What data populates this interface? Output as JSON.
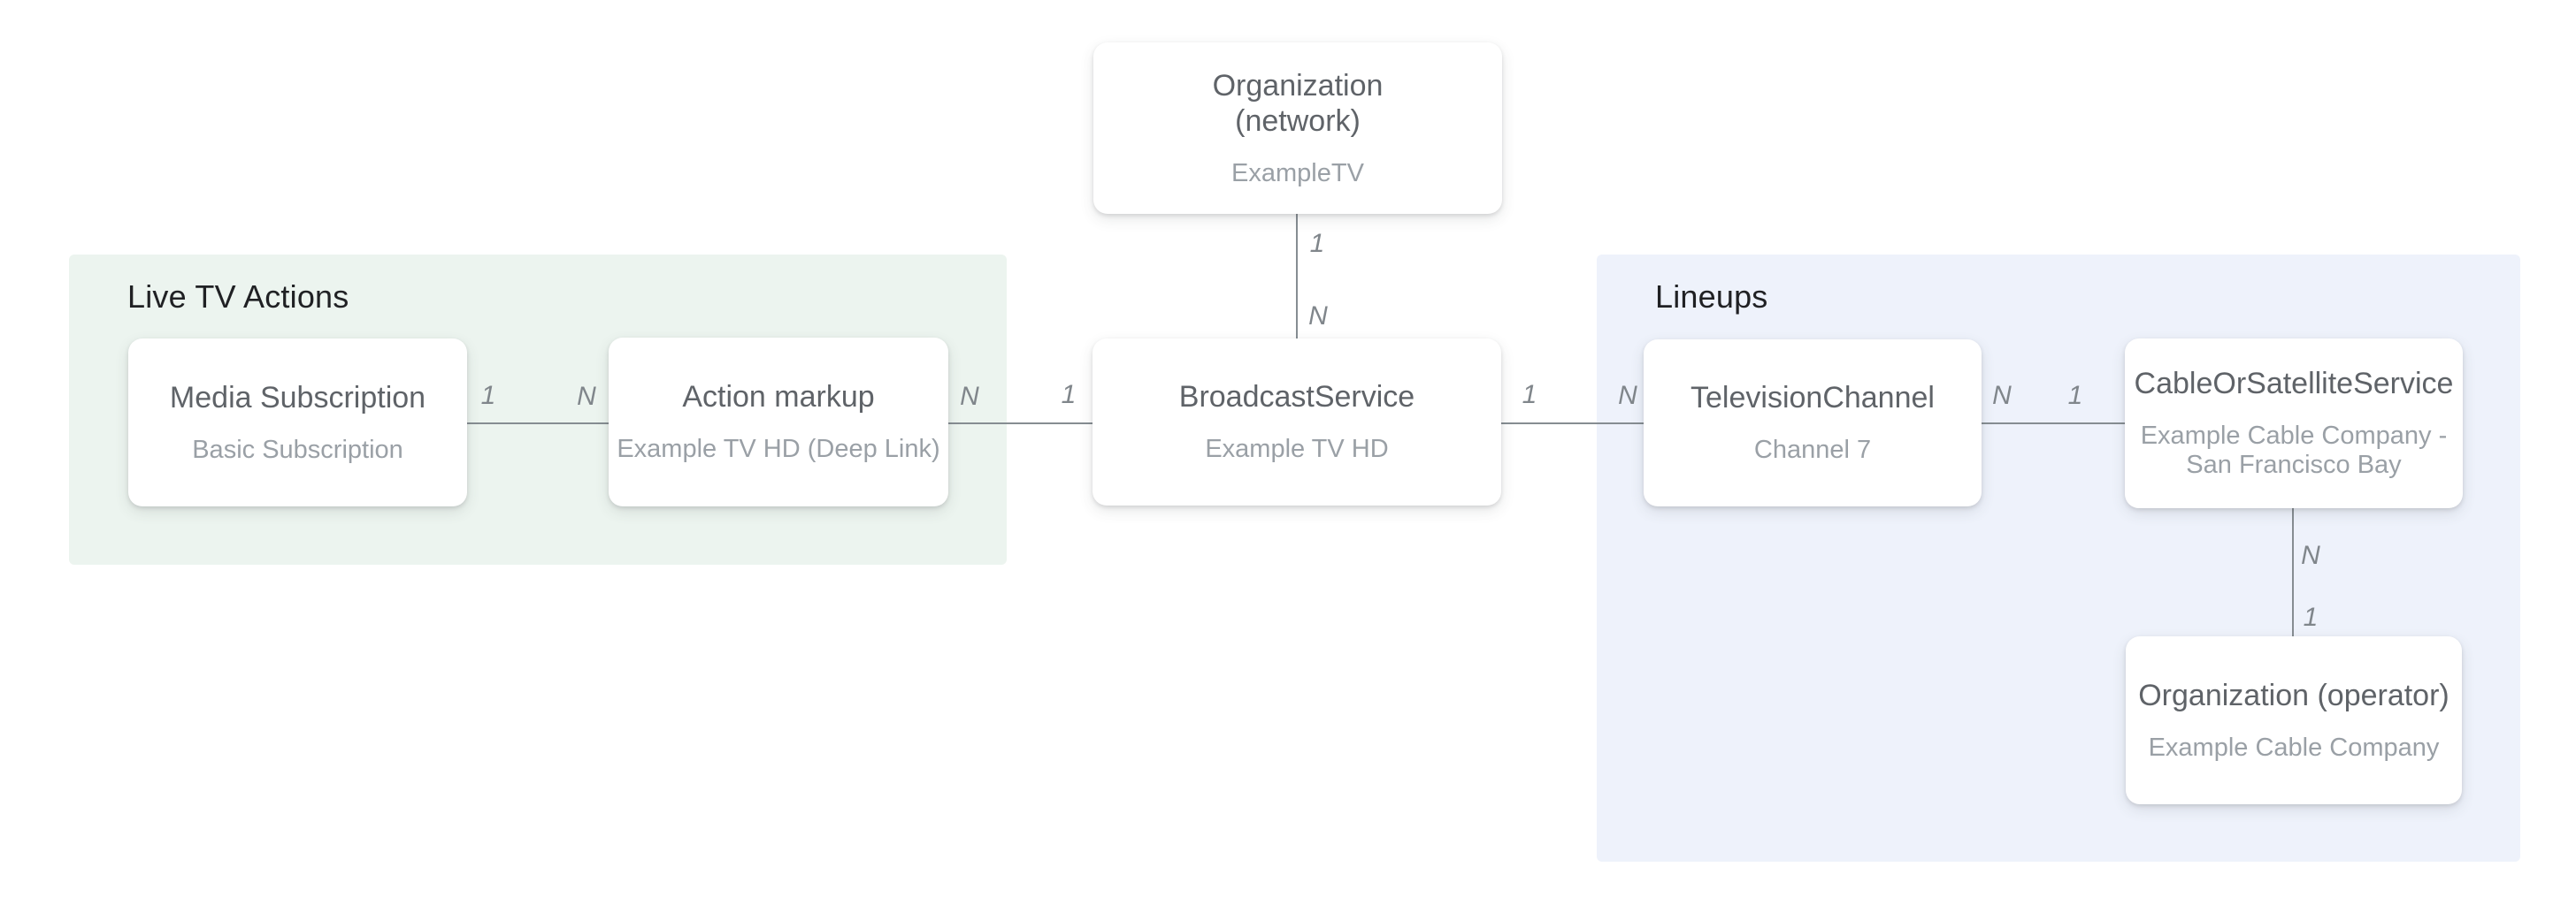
{
  "diagram": {
    "description": "Entity relationship diagram linking Live TV Actions markup to TV Lineups via BroadcastService"
  },
  "regions": {
    "live_tv_actions": {
      "title": "Live TV Actions",
      "fill": "#ecf4ef"
    },
    "lineups": {
      "title": "Lineups",
      "fill": "#eef2fb"
    }
  },
  "nodes": {
    "organization_network": {
      "title": "Organization\n(network)",
      "subtitle": "ExampleTV"
    },
    "media_subscription": {
      "title": "Media Subscription",
      "subtitle": "Basic Subscription"
    },
    "action_markup": {
      "title": "Action markup",
      "subtitle": "Example TV HD (Deep Link)"
    },
    "broadcast_service": {
      "title": "BroadcastService",
      "subtitle": "Example TV HD"
    },
    "television_channel": {
      "title": "TelevisionChannel",
      "subtitle": "Channel 7"
    },
    "cable_or_satellite_service": {
      "title": "CableOrSatelliteService",
      "subtitle": "Example Cable Company -\nSan Francisco Bay"
    },
    "organization_operator": {
      "title": "Organization (operator)",
      "subtitle": "Example Cable Company"
    }
  },
  "edges": {
    "media_to_action": {
      "from_card": "1",
      "to_card": "N"
    },
    "action_to_broadcast": {
      "from_card": "N",
      "to_card": "1"
    },
    "network_to_broadcast": {
      "from_card": "1",
      "to_card": "N"
    },
    "broadcast_to_channel": {
      "from_card": "1",
      "to_card": "N"
    },
    "channel_to_cable": {
      "from_card": "N",
      "to_card": "1"
    },
    "cable_to_operator": {
      "from_card": "N",
      "to_card": "1"
    }
  },
  "colors": {
    "background": "#ffffff",
    "region_green": "#ecf4ef",
    "region_blue": "#eef2fb",
    "connector_line": "#868d92",
    "cardinality_text": "#80868b",
    "region_title_text": "#202124",
    "node_title_text": "#5f6368",
    "node_subtitle_text": "#9aa0a6",
    "node_background": "#ffffff"
  }
}
